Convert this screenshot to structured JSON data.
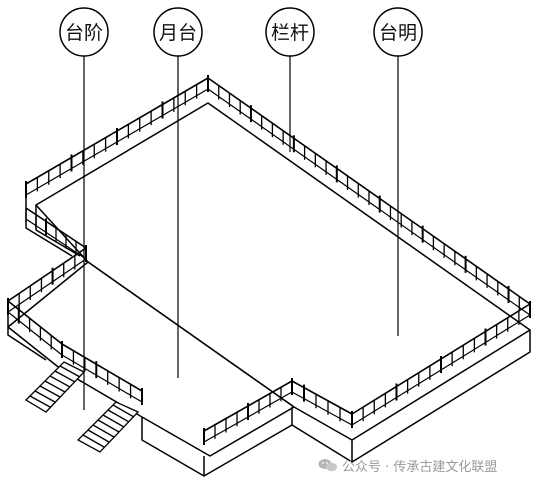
{
  "labels": [
    {
      "id": "steps",
      "text": "台阶"
    },
    {
      "id": "moon-terrace",
      "text": "月台"
    },
    {
      "id": "railing",
      "text": "栏杆"
    },
    {
      "id": "platform-base",
      "text": "台明"
    }
  ],
  "watermark": {
    "text": "公众号 · 传承古建文化联盟",
    "logo": "wechat-logo-icon"
  },
  "colors": {
    "line": "#000000",
    "background": "#ffffff",
    "watermark": "#9a9a9a"
  }
}
